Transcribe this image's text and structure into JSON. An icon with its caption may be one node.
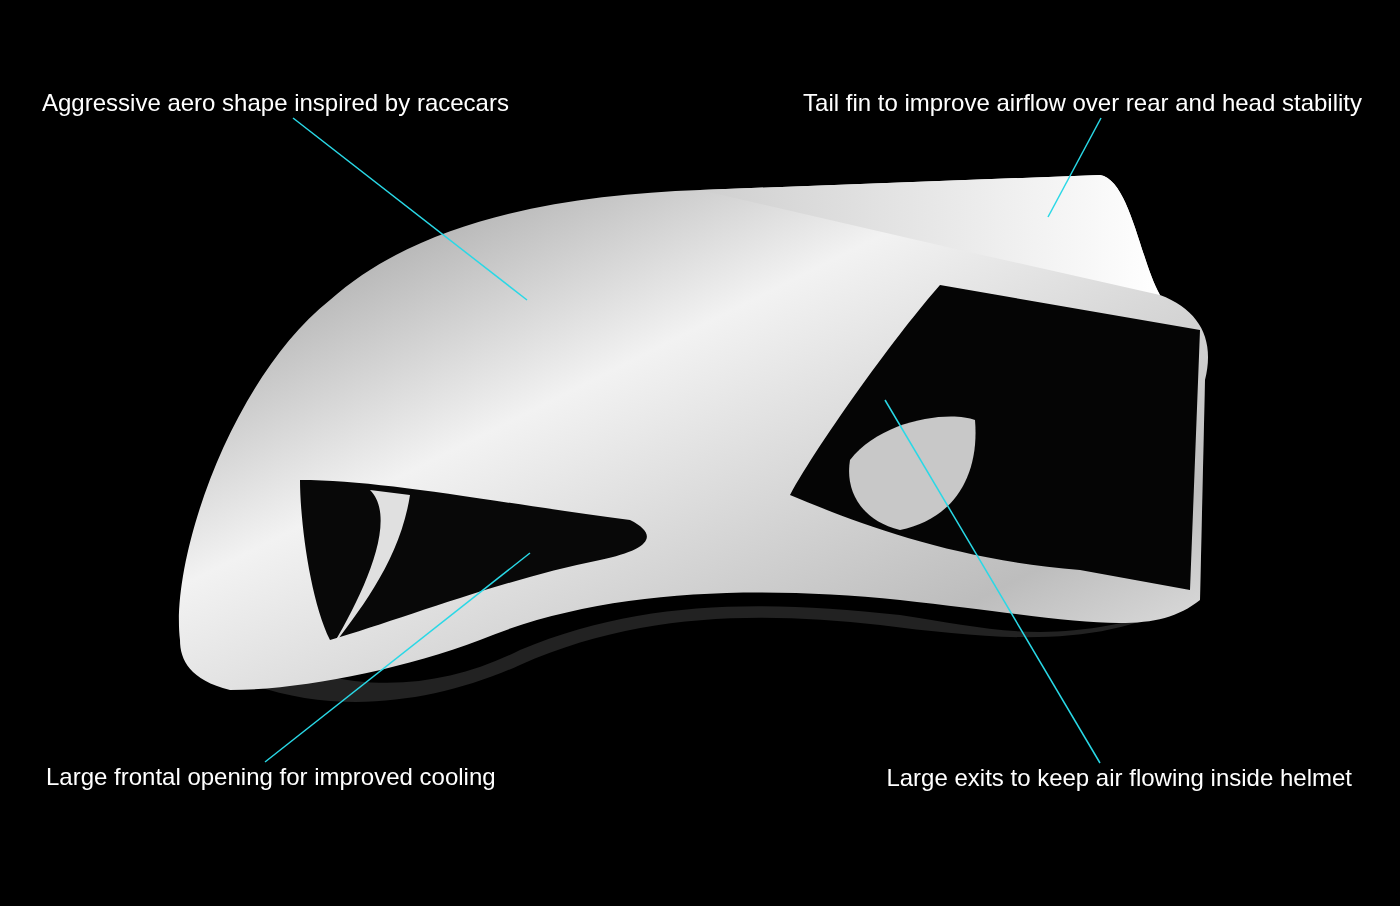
{
  "diagram": {
    "nodes": [
      {
        "text": [
          "Aggressive aero shape inspired by racecars"
        ]
      },
      {
        "text": [
          "Tail fin to improve airflow over rear and head stability"
        ]
      },
      {
        "text": [
          "Large frontal opening for improved cooling"
        ]
      },
      {
        "text": [
          "Large exits to keep air flowing inside helmet"
        ]
      }
    ],
    "edges": [
      {
        "from": 0,
        "to": null,
        "arrow": "none"
      },
      {
        "from": 1,
        "to": null,
        "arrow": "none"
      },
      {
        "from": 2,
        "to": null,
        "arrow": "none"
      },
      {
        "from": 3,
        "to": null,
        "arrow": "none"
      }
    ]
  }
}
